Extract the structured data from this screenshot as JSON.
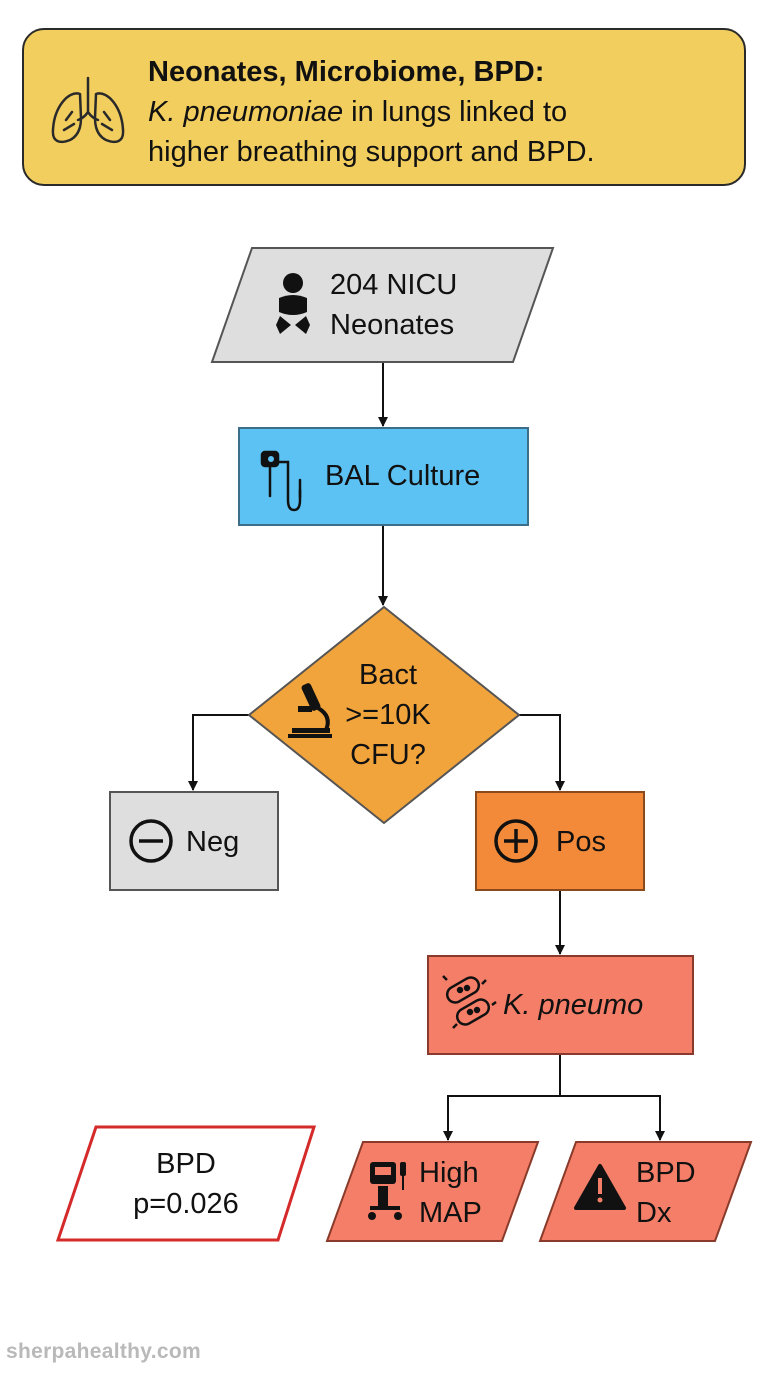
{
  "header": {
    "title": "Neonates, Microbiome, BPD:",
    "line2_italic": "K. pneumoniae",
    "line2_rest": " in lungs linked to",
    "line3": "higher breathing support and BPD.",
    "icon": "lungs-icon"
  },
  "nodes": {
    "cohort": {
      "line1": "204 NICU",
      "line2": "Neonates",
      "icon": "baby-icon",
      "color": "#dedede"
    },
    "bal": {
      "label": "BAL Culture",
      "icon": "bronchoscope-icon",
      "color": "#5bc2f3"
    },
    "decision": {
      "line1": "Bact",
      "line2": ">=10K",
      "line3": "CFU?",
      "icon": "microscope-icon",
      "color": "#f2a43c"
    },
    "neg": {
      "label": "Neg",
      "icon": "minus-circle-icon",
      "color": "#dedede"
    },
    "pos": {
      "label": "Pos",
      "icon": "plus-circle-icon",
      "color": "#f28a3a"
    },
    "kpneumo": {
      "label": "K. pneumo",
      "icon": "bacteria-icon",
      "color": "#f47e67"
    },
    "highmap": {
      "line1": "High",
      "line2": "MAP",
      "icon": "ventilator-icon",
      "color": "#f47e67"
    },
    "bpddx": {
      "line1": "BPD",
      "line2": "Dx",
      "icon": "warning-icon",
      "color": "#f47e67"
    },
    "pvalue": {
      "line1": "BPD",
      "line2": "p=0.026",
      "color": "#ffffff",
      "border": "#d42a2a"
    }
  },
  "watermark": "sherpahealthy.com"
}
